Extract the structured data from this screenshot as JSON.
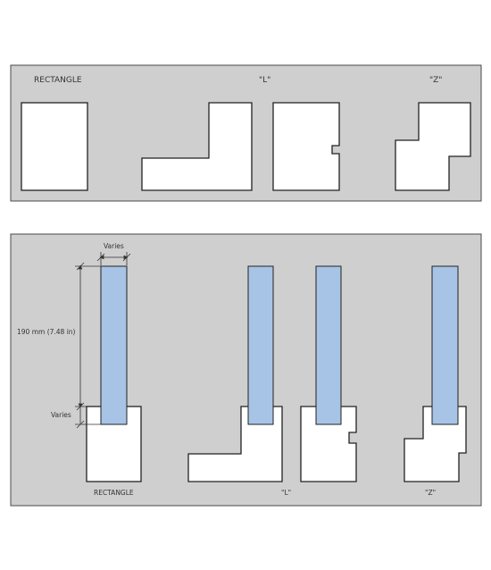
{
  "top_panel": {
    "labels": {
      "rectangle": "RECTANGLE",
      "l_shape": "\"L\"",
      "z_shape": "\"Z\""
    }
  },
  "bottom_panel": {
    "labels": {
      "rectangle": "RECTANGLE",
      "l_shape": "\"L\"",
      "z_shape": "\"Z\""
    },
    "dimensions": {
      "width": "Varies",
      "height": "190 mm (7.48 in)",
      "overlap": "Varies"
    }
  },
  "colors": {
    "panel": "#cfcfcf",
    "shape_fill": "#ffffff",
    "stud_fill": "#a7c4e6",
    "stroke": "#222222"
  }
}
